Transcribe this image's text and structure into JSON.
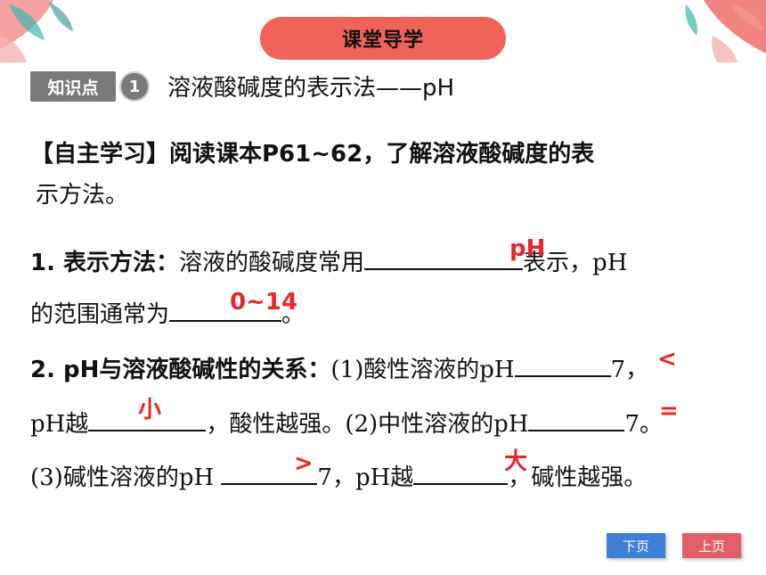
{
  "header": {
    "title": "课堂导学"
  },
  "knowledge_point": {
    "badge": "知识点",
    "number": "1",
    "title": "溶液酸碱度的表示法——pH"
  },
  "self_study": {
    "line1": "【自主学习】阅读课本P61~62，了解溶液酸碱度的表",
    "line2": "示方法。"
  },
  "item1": {
    "label": "1. 表示方法：",
    "text_a": "溶液的酸碱度常用",
    "text_b": "表示，pH",
    "text_c": "的范围通常为",
    "text_d": "。"
  },
  "item2": {
    "label": "2. pH与溶液酸碱性的关系：",
    "text_a": "(1)酸性溶液的pH",
    "text_b": "7，",
    "text_c": "pH越",
    "text_d": "，酸性越强。(2)中性溶液的pH",
    "text_e": "7。",
    "text_f": "(3)碱性溶液的pH ",
    "text_g": "7，pH越",
    "text_h": "，碱性越强。"
  },
  "answers": {
    "a1": "pH",
    "a2": "0~14",
    "a3": "<",
    "a4": "小",
    "a5": "=",
    "a6": ">",
    "a7": "大"
  },
  "nav": {
    "next_label": "下页",
    "prev_label": "上页",
    "next_color": "#3f7fd6",
    "prev_color": "#e0606a"
  },
  "colors": {
    "header_pill": "#f0625a",
    "answer_red": "#e8262a",
    "badge_gray": "#7a7a7a"
  }
}
